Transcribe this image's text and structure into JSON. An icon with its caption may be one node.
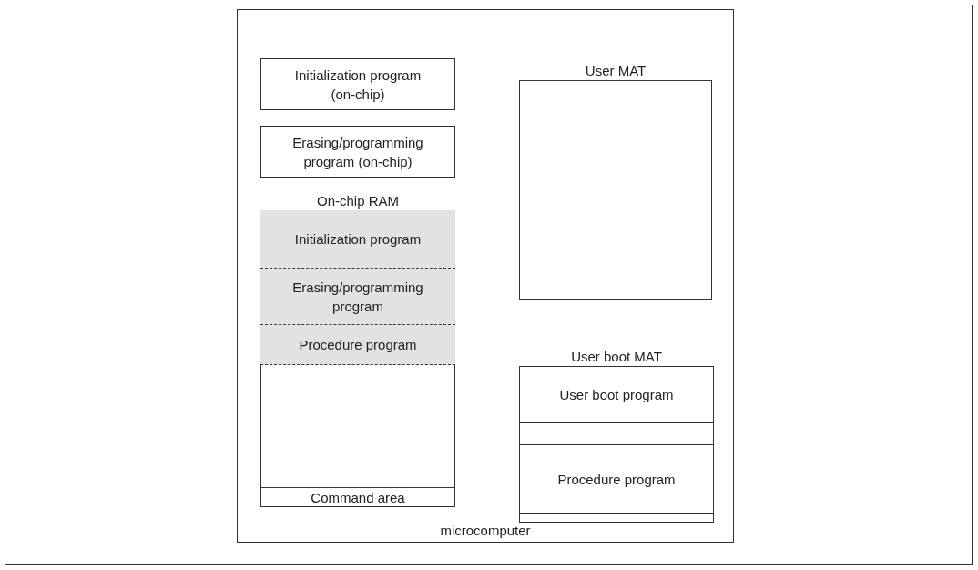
{
  "diagram": {
    "nodes": [
      {
        "text": [
          "microcomputer"
        ]
      },
      {
        "text": [
          "Initialization program (on-chip)"
        ],
        "in": 0
      },
      {
        "text": [
          "Erasing/programming program (on-chip)"
        ],
        "in": 0
      },
      {
        "text": [
          "On-chip RAM"
        ],
        "in": 0
      },
      {
        "text": [
          "Initialization program"
        ],
        "in": 3
      },
      {
        "text": [
          "Erasing/programming program"
        ],
        "in": 3
      },
      {
        "text": [
          "Procedure program"
        ],
        "in": 3
      },
      {
        "text": [
          "Command area"
        ],
        "in": 3
      },
      {
        "text": [
          "User MAT"
        ],
        "in": 0
      },
      {
        "text": [
          "User boot MAT"
        ],
        "in": 0
      },
      {
        "text": [
          "User boot program"
        ],
        "in": 9
      },
      {
        "text": [],
        "shape": "box",
        "in": 9
      },
      {
        "text": [
          "Procedure program"
        ],
        "in": 9
      },
      {
        "text": [],
        "shape": "box",
        "in": 9
      }
    ],
    "edges": []
  }
}
